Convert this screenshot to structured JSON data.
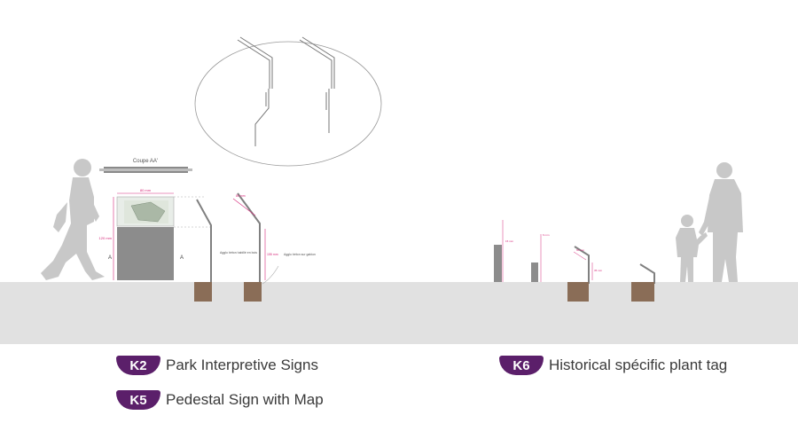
{
  "section_label": "Coupe AA'",
  "dimension_labels": {
    "k2_width": "80 mm",
    "k2_height": "120 mm",
    "k2_post": "80 mm",
    "k2_post_height": "155 mm",
    "k6_tag_a": "15 mm",
    "k6_tag_b": "6 mm",
    "k6_tag_c": "60 mm",
    "k6_tag_d": "35 mm",
    "section_mark": "A"
  },
  "annotations": {
    "k2_note": "Agglo béton habillé en bois",
    "k5_note": "Agglo béton sur gabion"
  },
  "legend": [
    {
      "code": "K2",
      "label": "Park Interpretive Signs"
    },
    {
      "code": "K5",
      "label": "Pedestal Sign with Map"
    },
    {
      "code": "K6",
      "label": "Historical spécific plant tag"
    }
  ],
  "colors": {
    "ground": "#e1e1e1",
    "human_silhouette": "#c8c8c8",
    "badge": "#5b1f6a",
    "footing": "#8a6d57",
    "dimension": "#d6287a",
    "panel": "#8c8c8c"
  }
}
